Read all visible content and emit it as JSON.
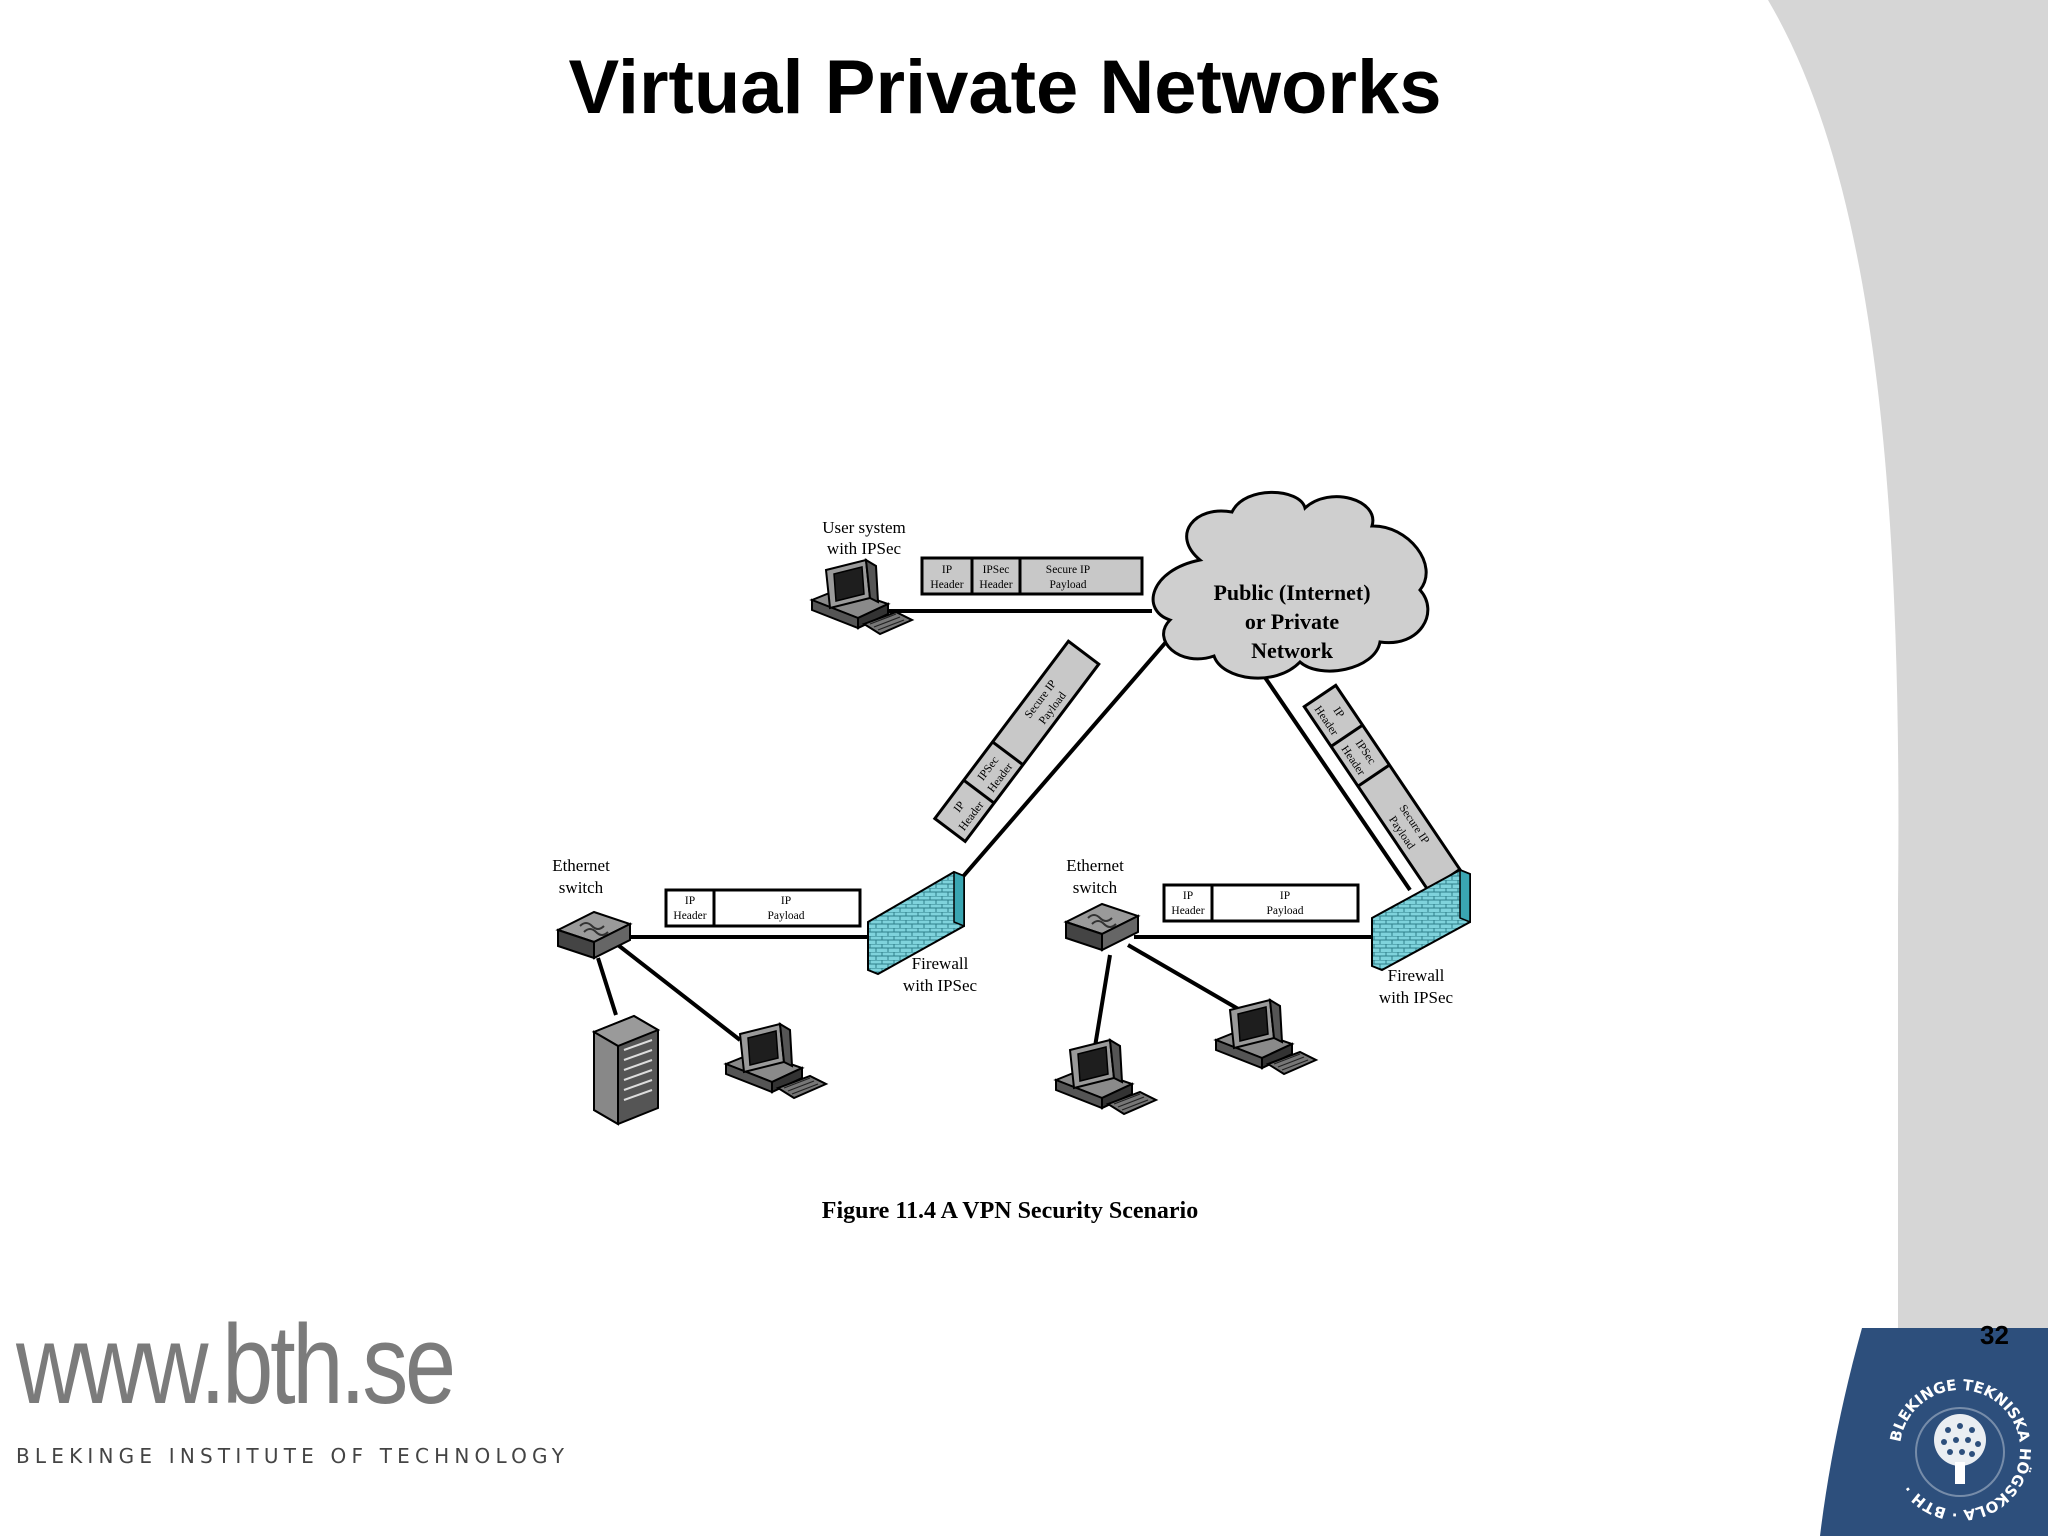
{
  "slide": {
    "title": "Virtual Private Networks",
    "page_number": "32"
  },
  "diagram": {
    "caption": "Figure 11.4  A VPN Security Scenario",
    "cloud": [
      "Public (Internet)",
      "or Private",
      "Network"
    ],
    "user_system": [
      "User system",
      "with IPSec"
    ],
    "ethernet_switch": [
      "Ethernet",
      "switch"
    ],
    "firewall": [
      "Firewall",
      "with IPSec"
    ],
    "packet_fields": {
      "ip_header": [
        "IP",
        "Header"
      ],
      "ipsec_header": [
        "IPSec",
        "Header"
      ],
      "secure_ip_payload": [
        "Secure IP",
        "Payload"
      ],
      "ip_payload": [
        "IP",
        "Payload"
      ]
    }
  },
  "branding": {
    "url": "www.bth.se",
    "institute": "BLEKINGE INSTITUTE OF TECHNOLOGY",
    "seal_text": "BLEKINGE TEKNISKA HÖGSKOLA · BTH ·"
  },
  "colors": {
    "side_band": "#d6d6d6",
    "seal_bg": "#2d4f7c",
    "firewall": "#7fd3dc",
    "packet_fill": "#c8c8c8",
    "cloud_fill": "#cfcfcf"
  }
}
